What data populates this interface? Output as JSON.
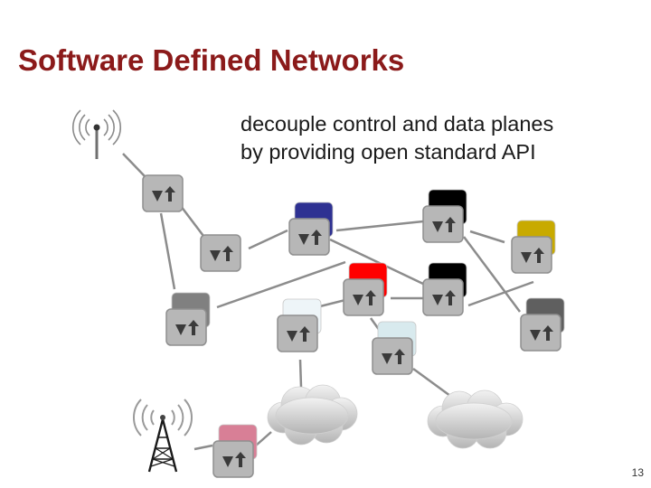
{
  "slide": {
    "title": "Software Defined Networks",
    "subtitle_lines": [
      "decouple control and data planes",
      "by providing open standard API"
    ],
    "page_number": "13"
  },
  "diagram": {
    "switch_icon": "router-switch-icon",
    "controller_colors": {
      "navy": "#2e3192",
      "black": "#000000",
      "olive-gold": "#c8aa00",
      "red": "#ff0000",
      "gray": "#808080",
      "dark-gray": "#5f5f5f",
      "ice-white": "#eef5f8",
      "pale-cyan": "#d8eaee",
      "pink": "#d87f96"
    },
    "access_icons": [
      "wifi-antenna-icon",
      "cell-tower-icon"
    ],
    "cloud_icons": [
      "internet-cloud-icon",
      "internet-cloud-icon"
    ]
  }
}
